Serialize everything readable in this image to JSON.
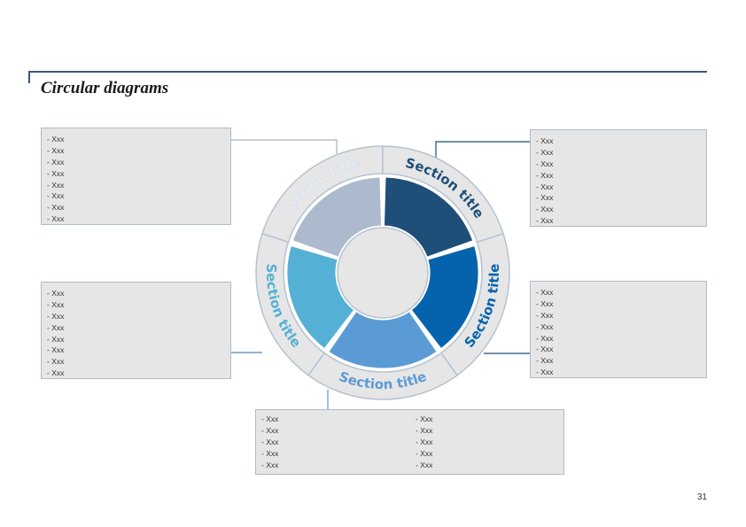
{
  "page": {
    "title": "Circular diagrams",
    "page_number": "31"
  },
  "colors": {
    "title_rule": "#3d5674",
    "ring": "#e6e6e6",
    "ring_border": "#b5c2d1",
    "section_title_text": "#5b9bd5",
    "connector_light": "#9fb3c8",
    "connector_dark": "#1f4e79",
    "connector_mid": "#4f86b8"
  },
  "boxes": {
    "top_left": [
      "- Xxx",
      "- Xxx",
      "- Xxx",
      "- Xxx",
      "- Xxx",
      "- Xxx",
      "- Xxx",
      "- Xxx"
    ],
    "top_right": [
      "- Xxx",
      "- Xxx",
      "- Xxx",
      "- Xxx",
      "- Xxx",
      "- Xxx",
      "- Xxx",
      "- Xxx"
    ],
    "mid_left": [
      "- Xxx",
      "- Xxx",
      "- Xxx",
      "- Xxx",
      "- Xxx",
      "- Xxx",
      "- Xxx",
      "- Xxx"
    ],
    "mid_right": [
      "- Xxx",
      "- Xxx",
      "- Xxx",
      "- Xxx",
      "- Xxx",
      "- Xxx",
      "- Xxx",
      "- Xxx"
    ],
    "bottom_col_a": [
      "- Xxx",
      "- Xxx",
      "- Xxx",
      "- Xxx",
      "- Xxx"
    ],
    "bottom_col_b": [
      "- Xxx",
      "- Xxx",
      "- Xxx",
      "- Xxx",
      "- Xxx"
    ]
  },
  "sections": [
    {
      "title": "Section title",
      "color": "#adb9cc",
      "text_color": "#e9edf2"
    },
    {
      "title": "Section title",
      "color": "#1f4e79",
      "text_color": "#1f4e79"
    },
    {
      "title": "Section title",
      "color": "#0563ad",
      "text_color": "#0563ad"
    },
    {
      "title": "Section title",
      "color": "#5b9bd5",
      "text_color": "#5b9bd5"
    },
    {
      "title": "Section title",
      "color": "#55b0d5",
      "text_color": "#55b0d5"
    }
  ]
}
